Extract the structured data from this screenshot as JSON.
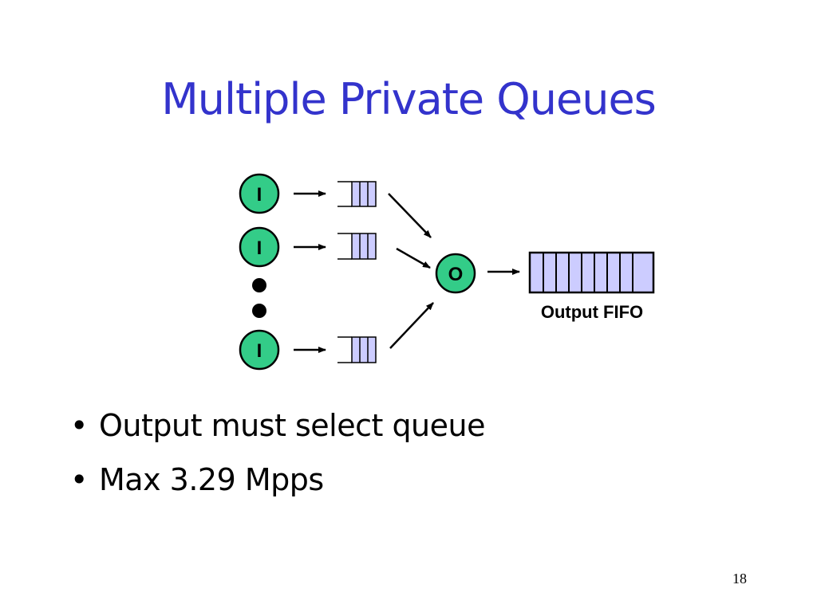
{
  "slide": {
    "title": "Multiple Private Queues",
    "page_number": "18"
  },
  "diagram": {
    "input_label": "I",
    "output_label": "O",
    "fifo_label": "Output FIFO",
    "colors": {
      "node_fill": "#33cc88",
      "queue_fill": "#ccccff",
      "title": "#3333cc"
    }
  },
  "bullets": [
    {
      "text": "Output must select queue"
    },
    {
      "text": "Max 3.29 Mpps"
    }
  ]
}
